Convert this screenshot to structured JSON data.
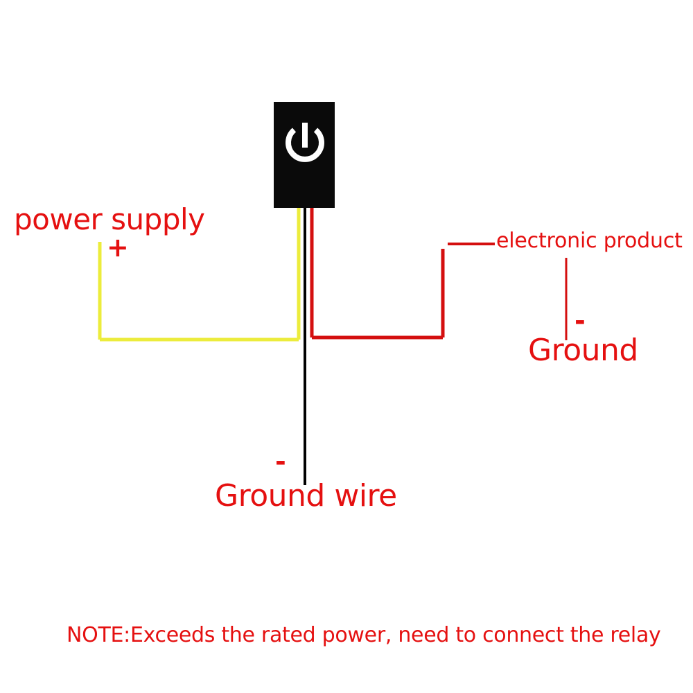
{
  "diagram": {
    "title": "power switch wiring diagram",
    "background_color": "#ffffff",
    "module": {
      "name": "power-switch-module",
      "body_color": "#0a0a0a",
      "icon": "power-icon",
      "icon_color": "#ffffff"
    },
    "wires": [
      {
        "name": "yellow-wire",
        "color": "#ecec3c",
        "role": "power supply positive"
      },
      {
        "name": "black-wire",
        "color": "#000000",
        "role": "ground wire"
      },
      {
        "name": "red-wire",
        "color": "#d40f0f",
        "role": "electronic product"
      }
    ],
    "labels": {
      "power_supply": "power supply",
      "plus_supply": "+",
      "electronic_product": "electronic product",
      "minus_ground": "-",
      "ground": "Ground",
      "minus_ground_wire": "-",
      "ground_wire": "Ground wire",
      "note": "NOTE:Exceeds the rated power, need to connect the relay"
    },
    "colors": {
      "label_red": "#e51010",
      "wire_red": "#d40f0f",
      "wire_yellow": "#ecec3c",
      "wire_black": "#000000",
      "module_black": "#0a0a0a"
    }
  }
}
